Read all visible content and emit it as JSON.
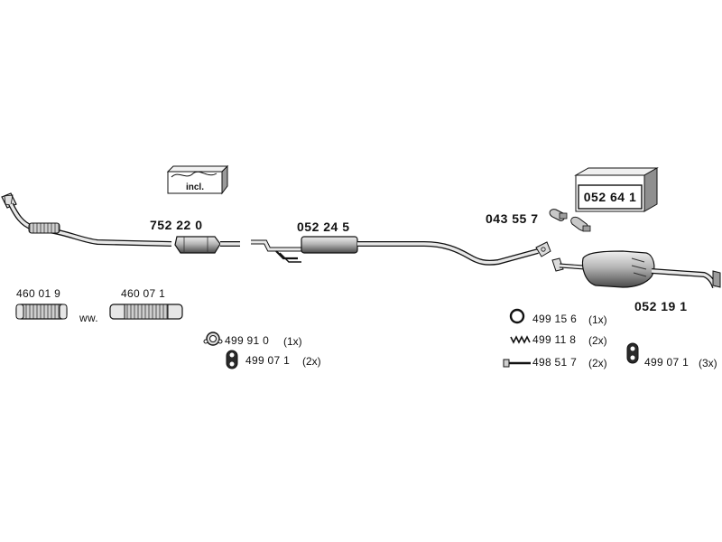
{
  "parts": {
    "front_pipe_cat": "752 22 0",
    "middle_pipe": "052 24 5",
    "clamp_set": "043 55 7",
    "rear_silencer": "052 19 1",
    "flex_pipe_a": "460 01 9",
    "flex_pipe_b": "460 07 1",
    "alternative_sep": "ww."
  },
  "kits": {
    "incl_label": "incl.",
    "box_label": "052 64 1"
  },
  "hardware_left": [
    {
      "number": "499 91 0",
      "qty": "(1x)",
      "icon": "gasket-ring-icon"
    },
    {
      "number": "499 07 1",
      "qty": "(2x)",
      "icon": "rubber-hanger-icon"
    }
  ],
  "hardware_right": [
    {
      "number": "499 15 6",
      "qty": "(1x)",
      "icon": "seal-ring-icon"
    },
    {
      "number": "499 11 8",
      "qty": "(2x)",
      "icon": "spring-icon"
    },
    {
      "number": "498 51 7",
      "qty": "(2x)",
      "icon": "bolt-icon"
    }
  ],
  "hardware_far_right": {
    "number": "499 07 1",
    "qty": "(3x)",
    "icon": "rubber-hanger-icon"
  },
  "colors": {
    "line": "#111111",
    "fill_light": "#d9d9d9",
    "fill_mid": "#a8a8a8",
    "fill_dark": "#6b6b6b"
  }
}
